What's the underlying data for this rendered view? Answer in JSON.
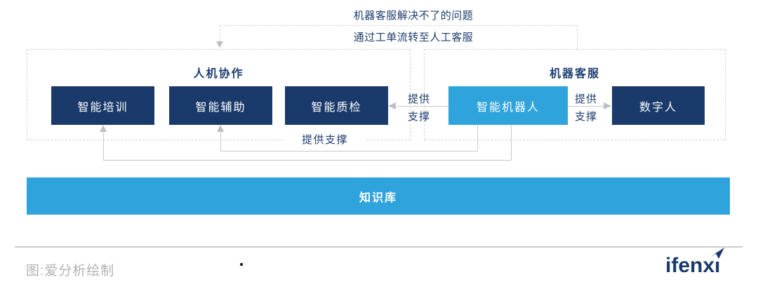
{
  "top_flow": {
    "line1": "机器客服解决不了的问题",
    "line2": "通过工单流转至人工客服"
  },
  "groups": {
    "human_machine": {
      "title": "人机协作",
      "boxes": [
        {
          "label": "智能培训"
        },
        {
          "label": "智能辅助"
        },
        {
          "label": "智能质检"
        }
      ]
    },
    "machine_service": {
      "title": "机器客服",
      "boxes": [
        {
          "label": "智能机器人"
        },
        {
          "label": "数字人"
        }
      ]
    }
  },
  "labels": {
    "support_left_1": "提供",
    "support_left_2": "支撑",
    "support_right_1": "提供",
    "support_right_2": "支撑",
    "support_bottom": "提供支撑"
  },
  "knowledge_base": {
    "label": "知识库"
  },
  "footer": {
    "caption": "图:爱分析绘制",
    "logo_text": "ifenxi"
  },
  "colors": {
    "navy": "#1a3a6b",
    "light_blue": "#2fa3dc",
    "text_navy": "#1c3e70",
    "line_gray": "#c9c9c9",
    "arrow_gray": "#bcbfc5",
    "dash_gray": "#d3d3d3",
    "footer_gray": "#b2b2b2",
    "divider_gray": "#cccccc"
  }
}
